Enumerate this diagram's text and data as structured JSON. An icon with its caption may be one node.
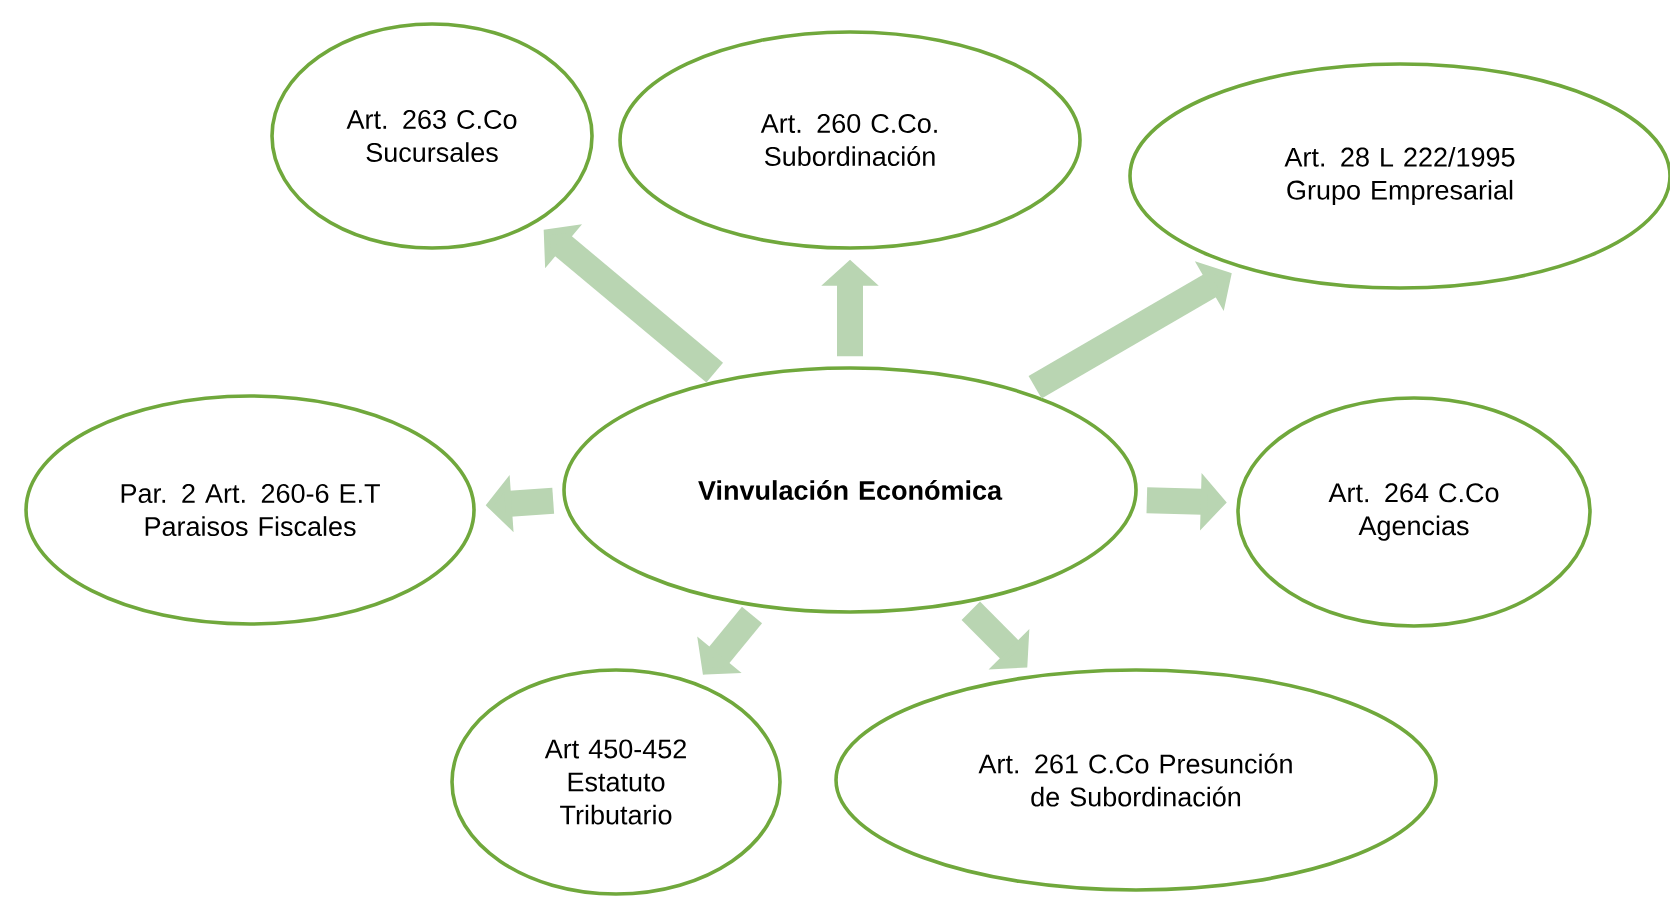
{
  "diagram": {
    "nodes": [
      {
        "text": [
          "Art. 263 C.Co Sucursales"
        ]
      },
      {
        "text": [
          "Art. 260 C.Co. Subordinación"
        ]
      },
      {
        "text": [
          "Art. 28 L 222/1995 Grupo Empresarial"
        ]
      },
      {
        "text": [
          "Par. 2 Art. 260-6 E.T Paraisos Fiscales"
        ]
      },
      {
        "text": [
          "Vinvulación Económica"
        ]
      },
      {
        "text": [
          "Art. 264 C.Co Agencias"
        ]
      },
      {
        "text": [
          "Art 450-452 Estatuto Tributario"
        ]
      },
      {
        "text": [
          "Art. 261 C.Co Presunción de Subordinación"
        ]
      }
    ],
    "edges": [
      {
        "from": 4,
        "to": 0,
        "arrow": "to"
      },
      {
        "from": 4,
        "to": 1,
        "arrow": "to"
      },
      {
        "from": 4,
        "to": 2,
        "arrow": "to"
      },
      {
        "from": 4,
        "to": 3,
        "arrow": "to"
      },
      {
        "from": 4,
        "to": 5,
        "arrow": "to"
      },
      {
        "from": 4,
        "to": 6,
        "arrow": "to"
      },
      {
        "from": 4,
        "to": 7,
        "arrow": "to"
      }
    ]
  }
}
